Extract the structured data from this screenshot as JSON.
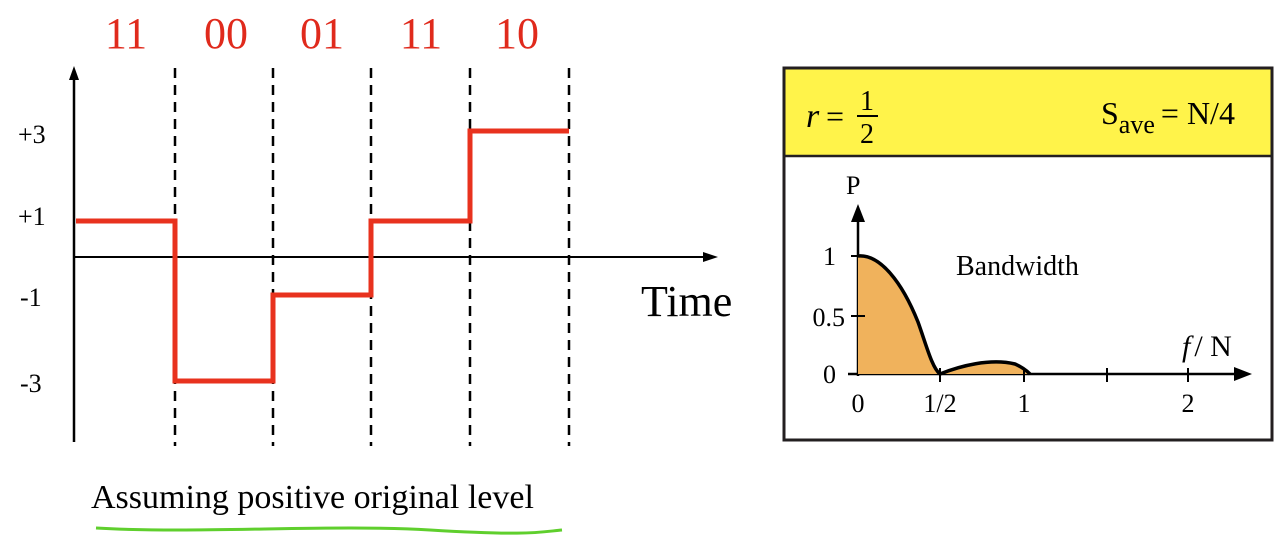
{
  "signal": {
    "bit_pairs": [
      "11",
      "00",
      "01",
      "11",
      "10"
    ],
    "levels": [
      1,
      -3,
      -1,
      1,
      3
    ],
    "level_labels": [
      "+3",
      "+1",
      "-1",
      "-3"
    ],
    "time_label": "Time",
    "caption": "Assuming positive original level",
    "colors": {
      "signal": "#e8321e",
      "bits": "#e02a1c",
      "underline": "#5fcf2d"
    }
  },
  "spectrum": {
    "r_symbol": "r",
    "r_equals": "=",
    "r_numerator": "1",
    "r_denominator": "2",
    "s_base": "S",
    "s_subscript": "ave",
    "s_value": "= N/4",
    "p_label": "P",
    "f_label": "f",
    "f_suffix": "/ N",
    "bandwidth_label": "Bandwidth",
    "y_ticks": [
      "1",
      "0.5",
      "0"
    ],
    "x_ticks": [
      "0",
      "1/2",
      "1",
      "2"
    ],
    "colors": {
      "header": "#fff34a",
      "fill": "#f0b25c"
    }
  }
}
